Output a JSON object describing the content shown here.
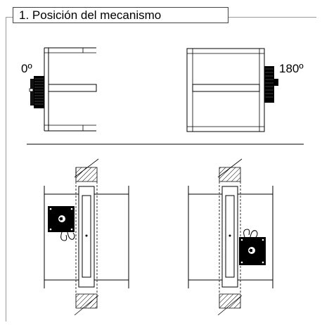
{
  "section_title": "1. Posición del mecanismo",
  "angles": {
    "left": "0º",
    "right": "180º"
  }
}
